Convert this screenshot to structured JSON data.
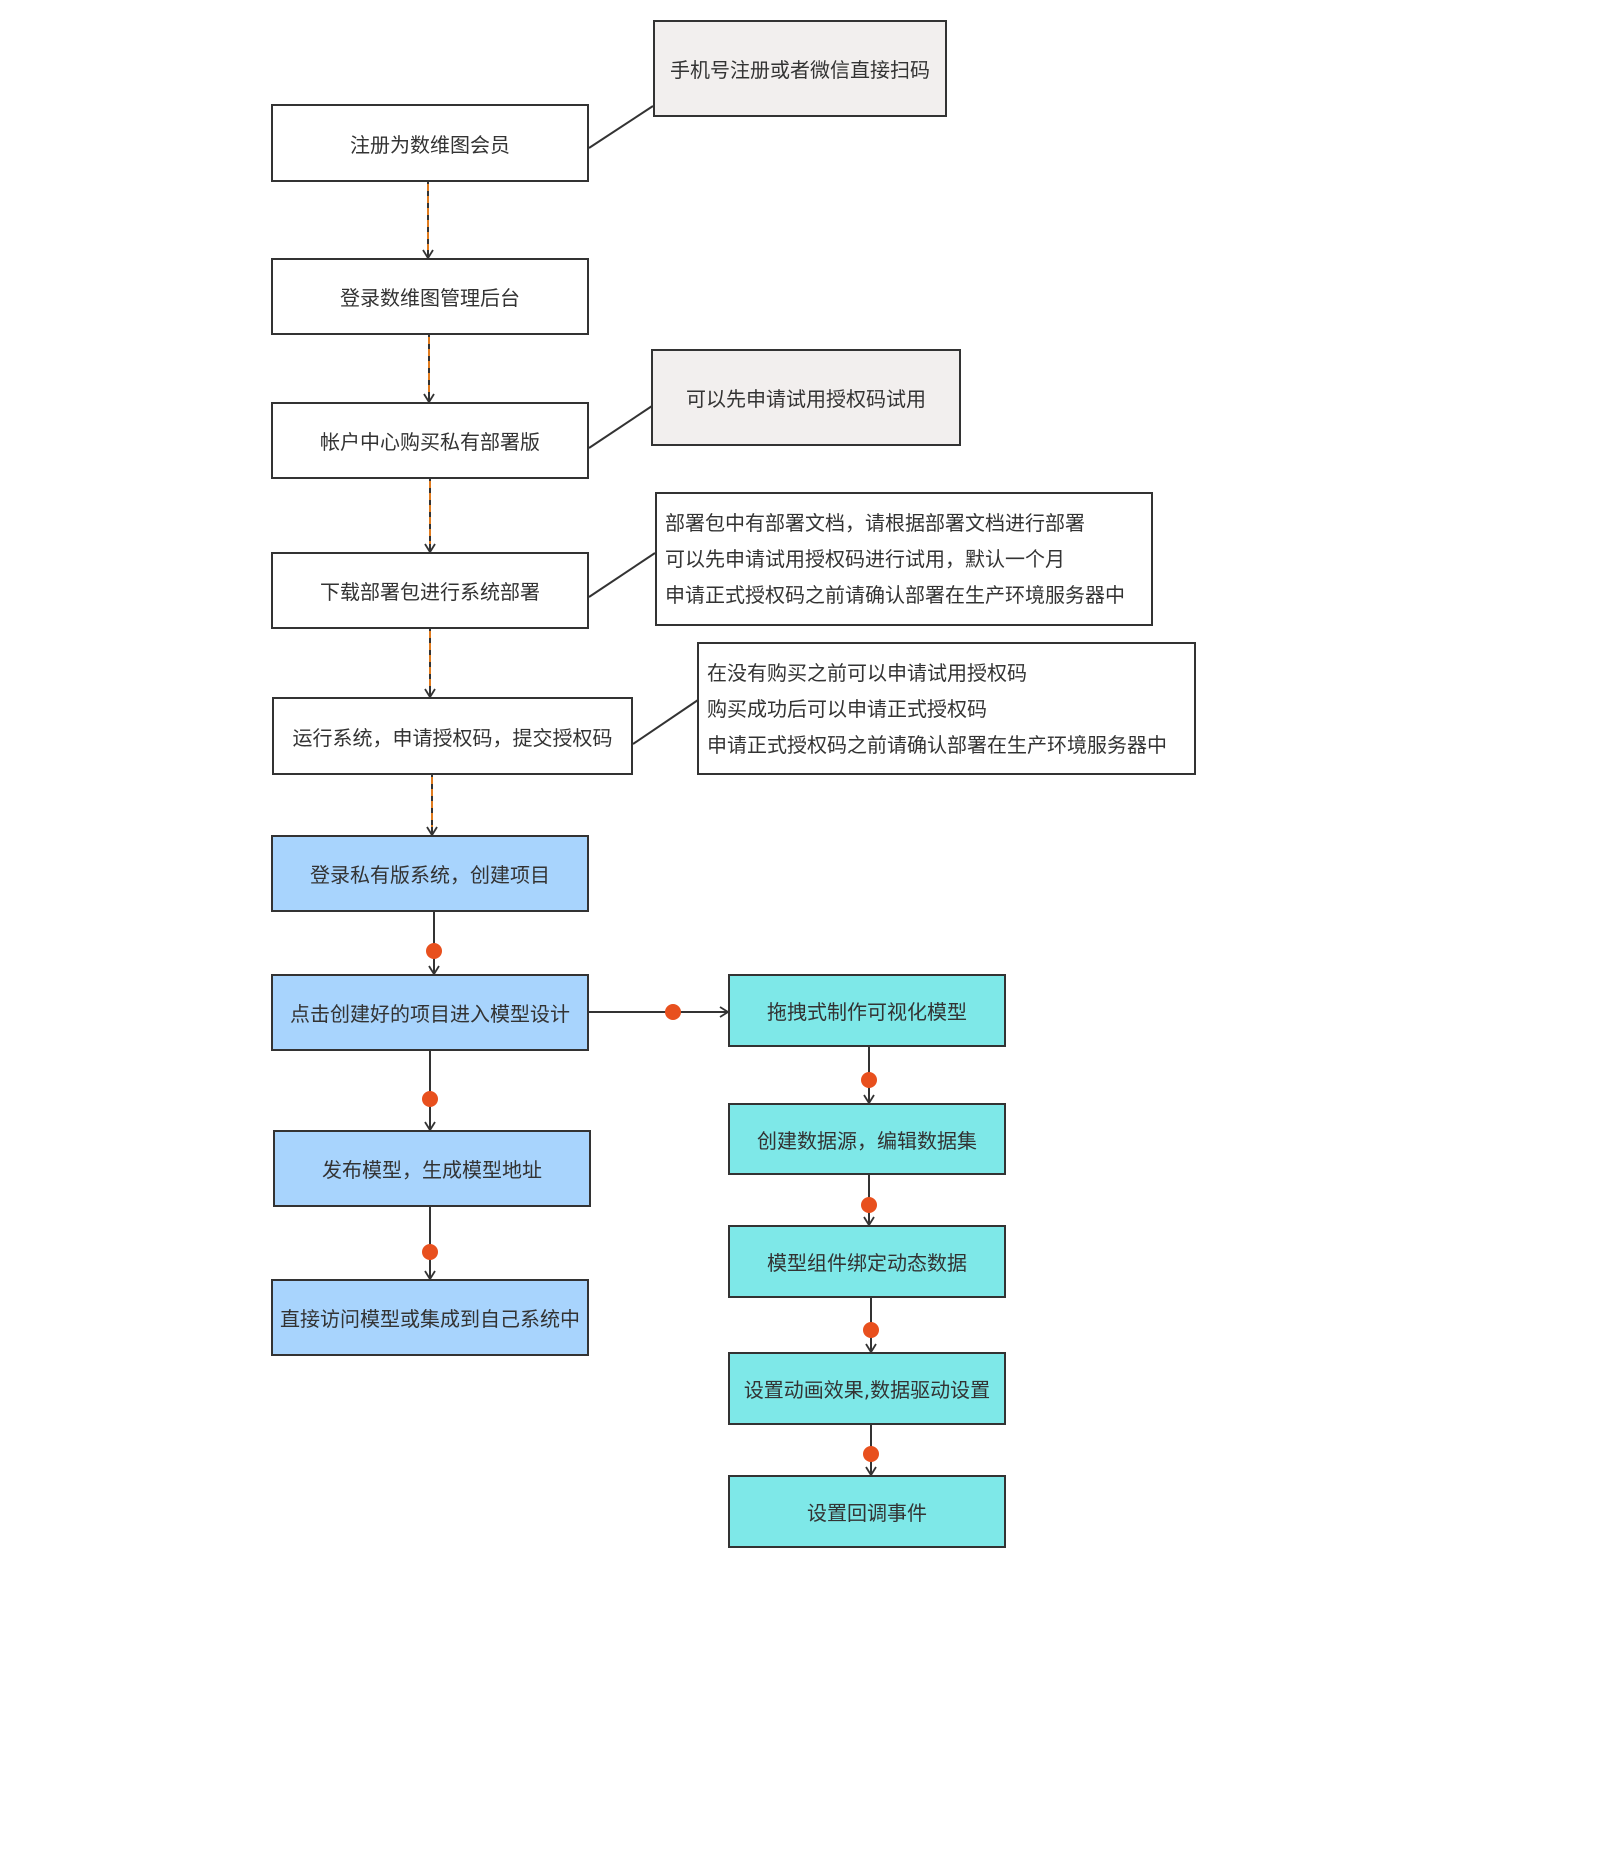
{
  "nodes": {
    "register": "注册为数维图会员",
    "register_note": "手机号注册或者微信直接扫码",
    "login_admin": "登录数维图管理后台",
    "buy": "帐户中心购买私有部署版",
    "buy_note": "可以先申请试用授权码试用",
    "download": "下载部署包进行系统部署",
    "download_note": [
      "部署包中有部署文档，请根据部署文档进行部署",
      "可以先申请试用授权码进行试用，默认一个月",
      "申请正式授权码之前请确认部署在生产环境服务器中"
    ],
    "run": "运行系统，申请授权码，提交授权码",
    "run_note": [
      "在没有购买之前可以申请试用授权码",
      "购买成功后可以申请正式授权码",
      "申请正式授权码之前请确认部署在生产环境服务器中"
    ],
    "create_project": "登录私有版系统，创建项目",
    "enter_design": "点击创建好的项目进入模型设计",
    "publish": "发布模型，生成模型地址",
    "access": "直接访问模型或集成到自己系统中",
    "drag_model": "拖拽式制作可视化模型",
    "datasource": "创建数据源，编辑数据集",
    "bind_data": "模型组件绑定动态数据",
    "animation": "设置动画效果,数据驱动设置",
    "callback": "设置回调事件"
  },
  "colors": {
    "border": "#333333",
    "note_fill": "#f2efee",
    "blue_fill": "#a8d4fd",
    "cyan_fill": "#7ee8e8",
    "dash_accent": "#e07b1e",
    "dot": "#e8501e"
  }
}
